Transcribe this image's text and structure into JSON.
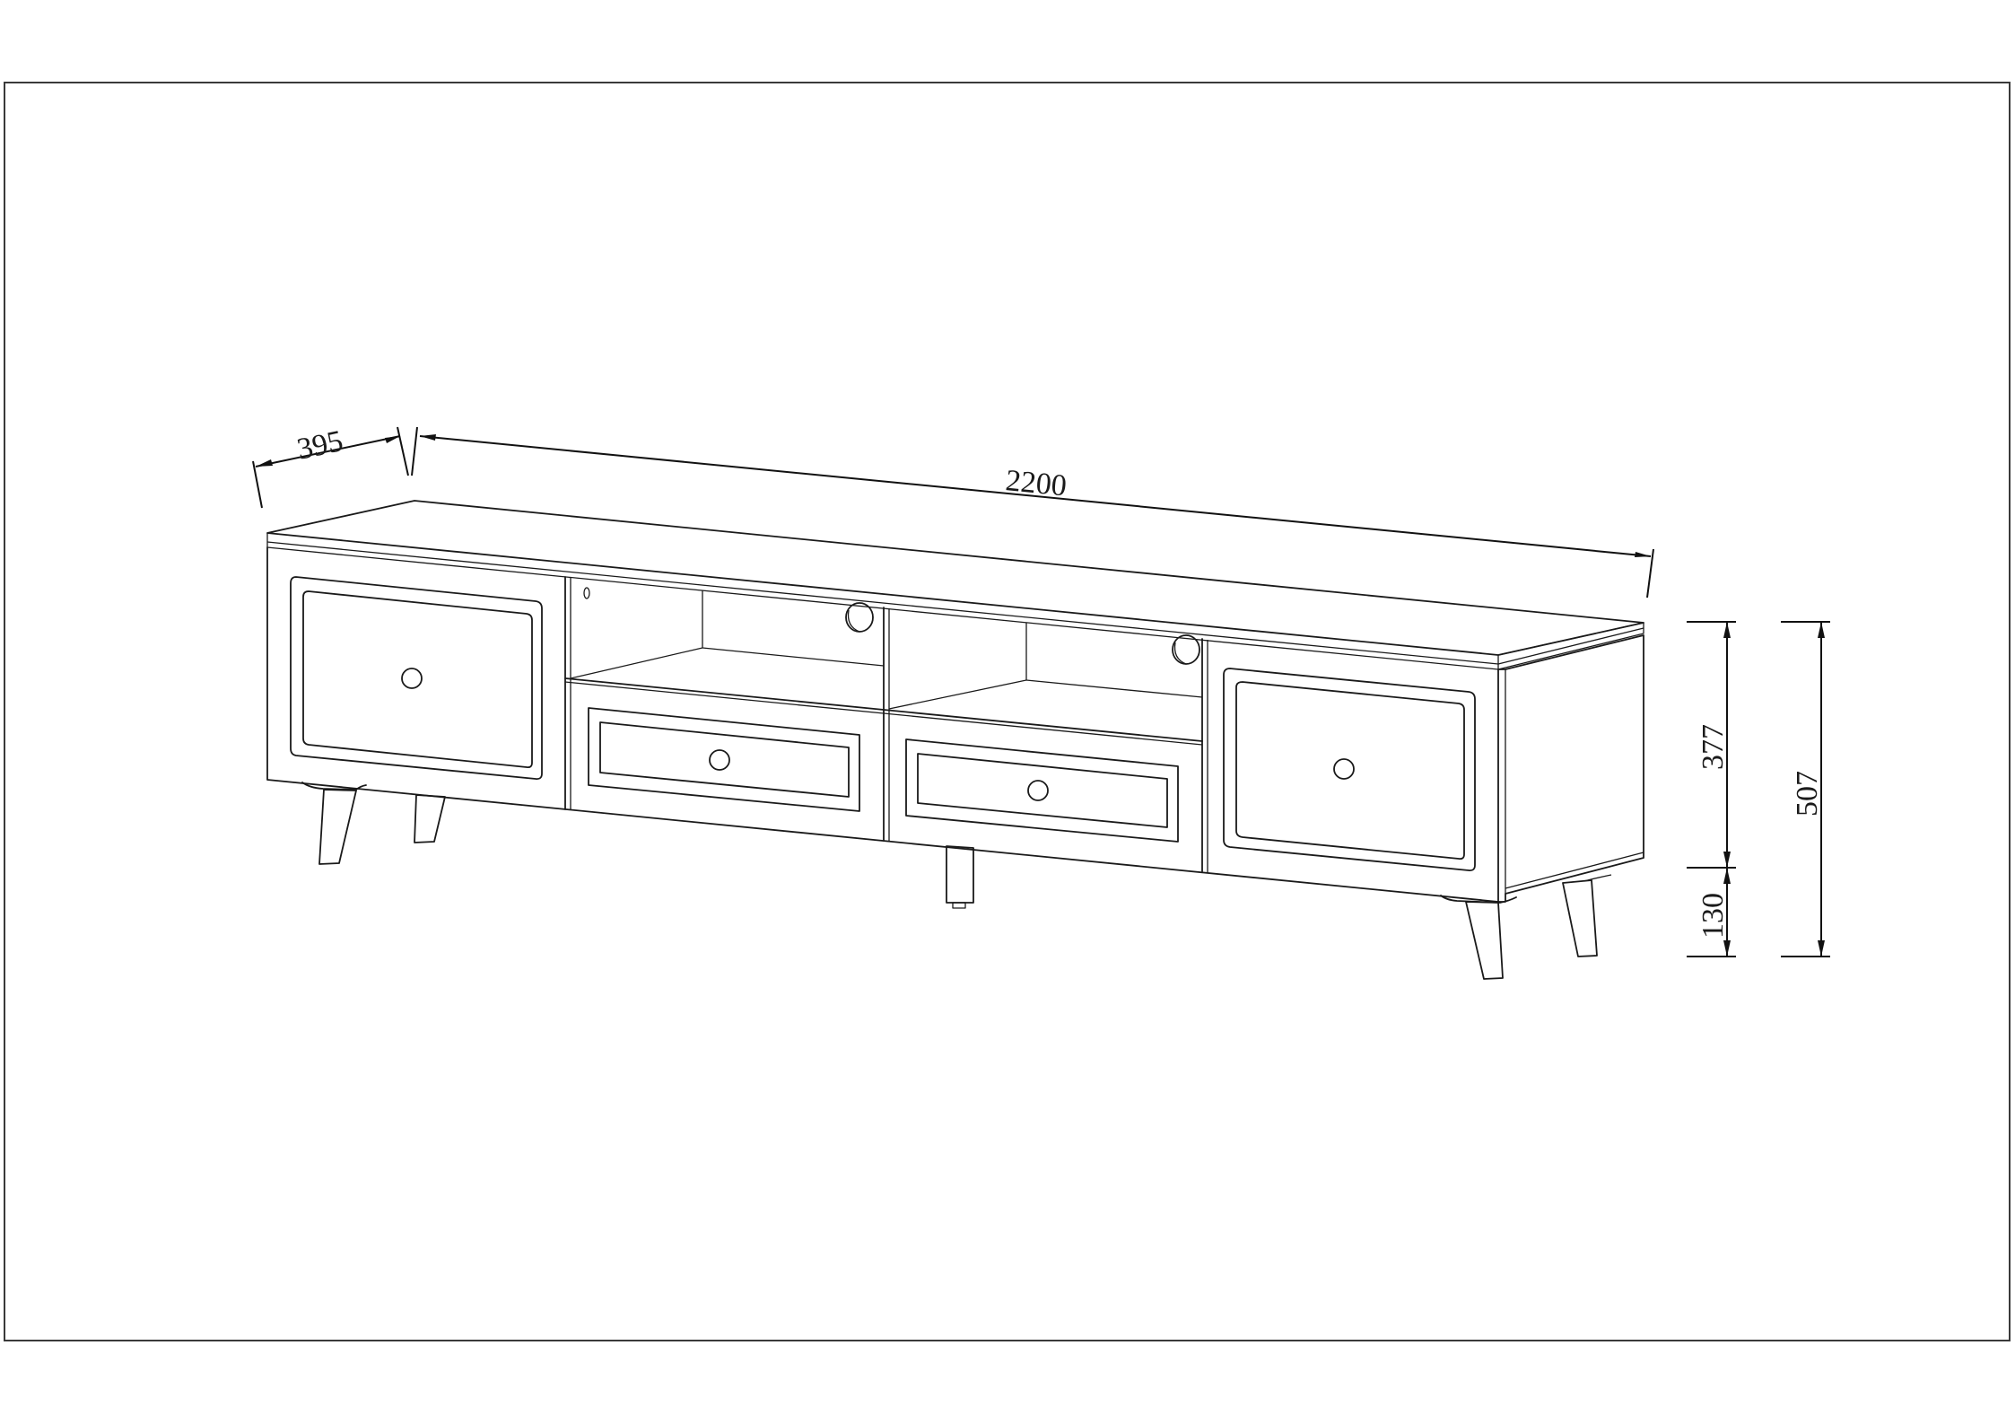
{
  "drawing": {
    "subject": "TV stand with two doors, two drawers and two open shelves on tapered legs",
    "units": "mm",
    "stroke_color": "#1a1a1a",
    "background_color": "#ffffff"
  },
  "dimensions": {
    "depth": {
      "label": "395",
      "value": 395
    },
    "width": {
      "label": "2200",
      "value": 2200
    },
    "body_height": {
      "label": "377",
      "value": 377
    },
    "leg_height": {
      "label": "130",
      "value": 130
    },
    "total_height": {
      "label": "507",
      "value": 507
    }
  },
  "components": {
    "doors": 2,
    "drawers": 2,
    "open_shelves": 2,
    "cable_holes": 2,
    "legs_visible": 5,
    "knobs": 4
  }
}
